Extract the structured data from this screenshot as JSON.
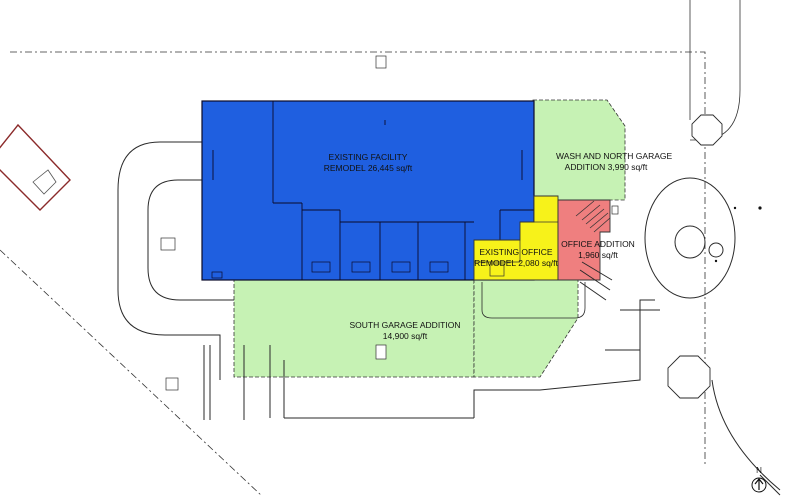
{
  "colors": {
    "existing_facility": "#1f5fe0",
    "additions": "#c6f2b4",
    "office_remodel": "#f7f21a",
    "office_addition": "#ef7f7f",
    "lines": "#2a2a2a",
    "background": "#ffffff"
  },
  "areas": {
    "existing_facility": {
      "name": "EXISTING FACILITY",
      "area": "REMODEL 26,445 sq/ft"
    },
    "wash_north_garage": {
      "name": "WASH AND NORTH GARAGE",
      "area": "ADDITION 3,990 sq/ft"
    },
    "existing_office": {
      "name": "EXISTING OFFICE",
      "area": "REMODEL 2,080 sq/ft"
    },
    "office_addition": {
      "name": "OFFICE ADDITION",
      "area": "1,960 sq/ft"
    },
    "south_garage": {
      "name": "SOUTH GARAGE ADDITION",
      "area": "14,900 sq/ft"
    }
  },
  "north_arrow": {
    "label": "N",
    "icon": "north-arrow-icon"
  }
}
